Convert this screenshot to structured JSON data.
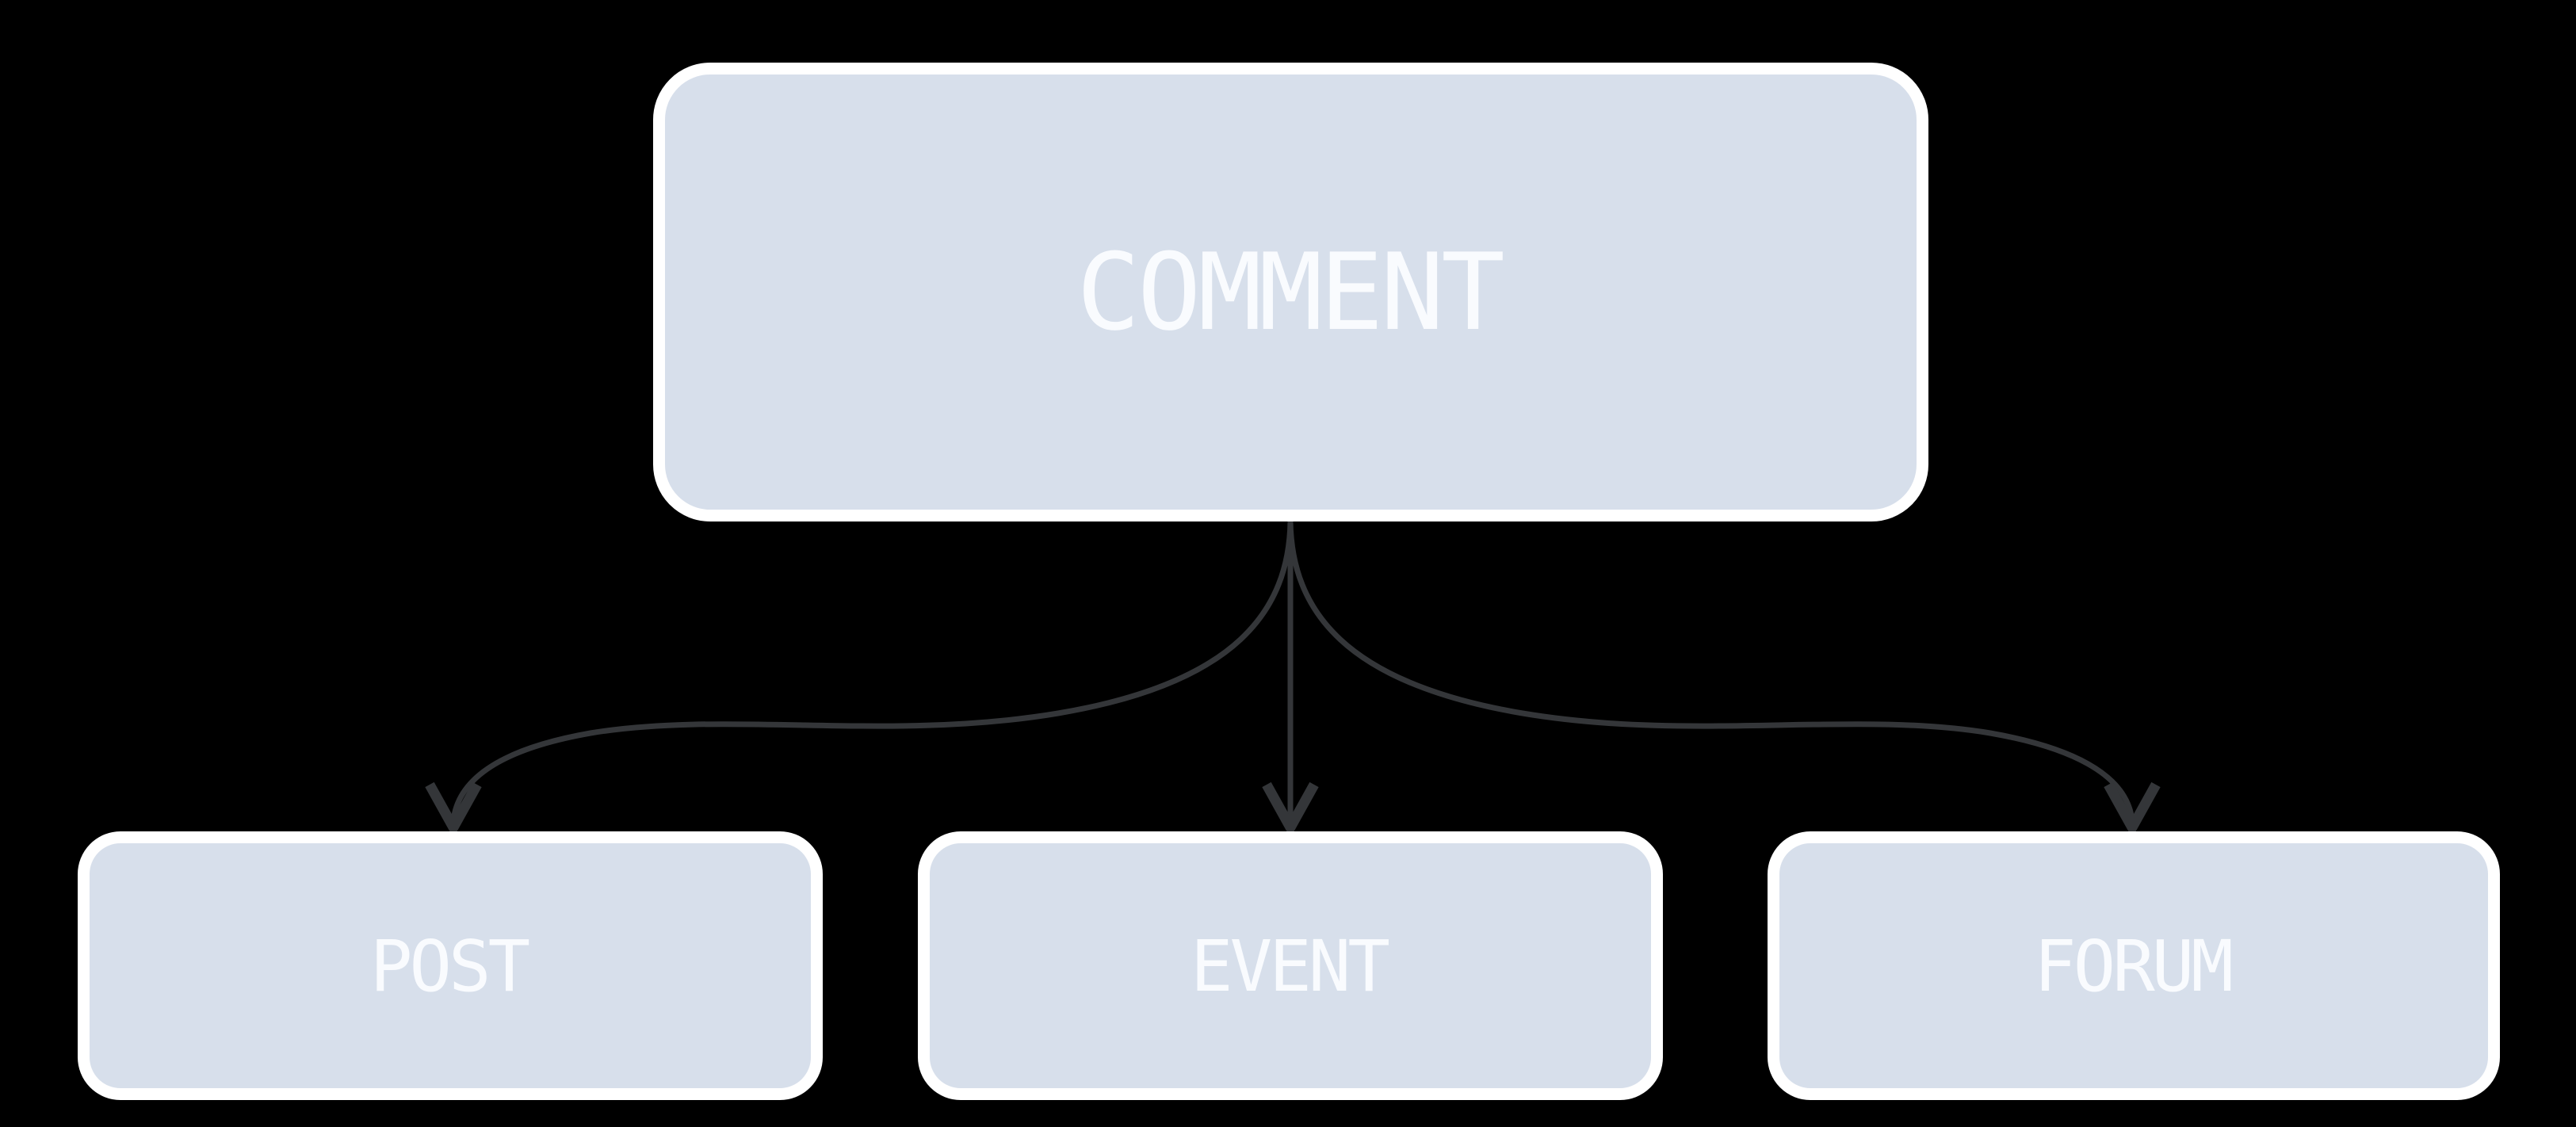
{
  "diagram": {
    "background_color": "#000000",
    "node_fill_color": "#d7dfeb",
    "node_border_color": "#ffffff",
    "edge_color": "#343639",
    "label_color": "#f9fbfe",
    "root": {
      "id": "comment",
      "label": "COMMENT"
    },
    "children": [
      {
        "id": "post",
        "label": "POST"
      },
      {
        "id": "event",
        "label": "EVENT"
      },
      {
        "id": "forum",
        "label": "FORUM"
      }
    ],
    "edges": [
      {
        "from": "comment",
        "to": "post",
        "style": "curved-left-arrow-down"
      },
      {
        "from": "comment",
        "to": "event",
        "style": "straight-arrow-down"
      },
      {
        "from": "comment",
        "to": "forum",
        "style": "curved-right-arrow-down"
      }
    ]
  }
}
